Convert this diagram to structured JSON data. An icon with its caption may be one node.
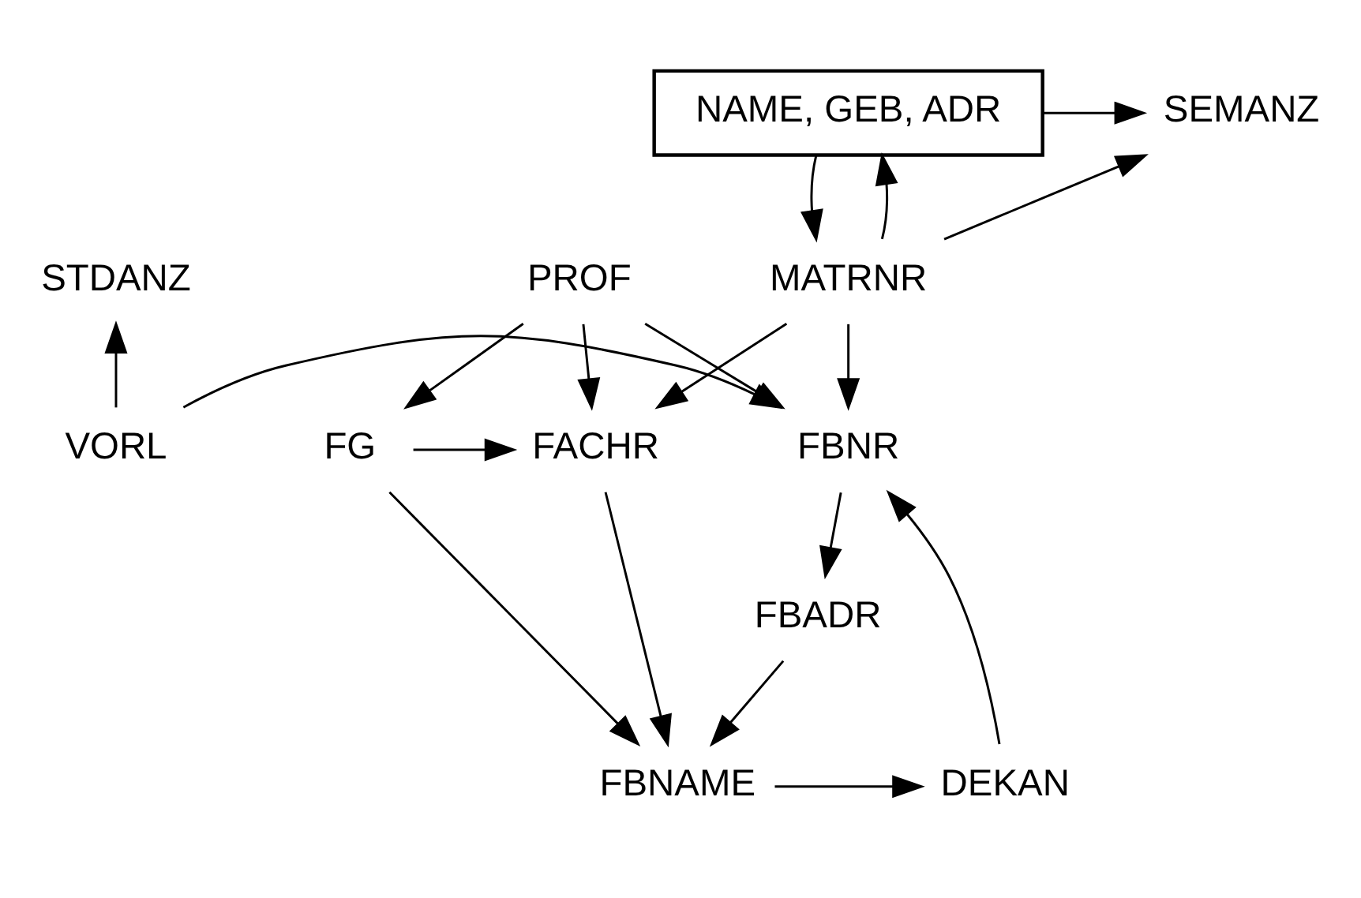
{
  "diagram": {
    "nodes": [
      {
        "text": [
          "NAME, GEB, ADR"
        ]
      },
      {
        "text": [
          "SEMANZ"
        ]
      },
      {
        "text": [
          "STDANZ"
        ]
      },
      {
        "text": [
          "PROF"
        ]
      },
      {
        "text": [
          "MATRNR"
        ]
      },
      {
        "text": [
          "FG"
        ]
      },
      {
        "text": [
          "FACHR"
        ]
      },
      {
        "text": [
          "FBNR"
        ]
      },
      {
        "text": [
          "VORL"
        ]
      },
      {
        "text": [
          "FBNAME"
        ]
      },
      {
        "text": [
          "DEKAN"
        ]
      },
      {
        "text": [
          "FBADR"
        ]
      }
    ],
    "edges": [
      {
        "from": 0,
        "to": 1,
        "arrow": "to"
      },
      {
        "from": 0,
        "to": 4,
        "arrow": "to"
      },
      {
        "from": 4,
        "to": 0,
        "arrow": "to"
      },
      {
        "from": 4,
        "to": 1,
        "arrow": "to"
      },
      {
        "from": 4,
        "to": 6,
        "arrow": "to"
      },
      {
        "from": 4,
        "to": 7,
        "arrow": "to"
      },
      {
        "from": 3,
        "to": 5,
        "arrow": "to"
      },
      {
        "from": 3,
        "to": 6,
        "arrow": "to"
      },
      {
        "from": 3,
        "to": 7,
        "arrow": "to"
      },
      {
        "from": 5,
        "to": 6,
        "arrow": "to"
      },
      {
        "from": 5,
        "to": 9,
        "arrow": "to"
      },
      {
        "from": 6,
        "to": 9,
        "arrow": "to"
      },
      {
        "from": 9,
        "to": 10,
        "arrow": "to"
      },
      {
        "from": 10,
        "to": 7,
        "arrow": "to"
      },
      {
        "from": 7,
        "to": 11,
        "arrow": "to"
      },
      {
        "from": 11,
        "to": 9,
        "arrow": "to"
      },
      {
        "from": 8,
        "to": 7,
        "arrow": "to"
      },
      {
        "from": 8,
        "to": 2,
        "arrow": "to"
      }
    ]
  }
}
